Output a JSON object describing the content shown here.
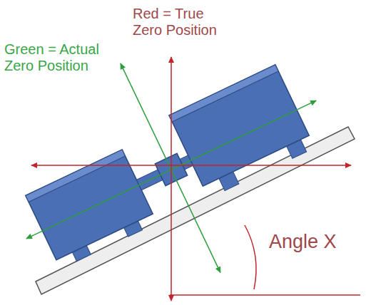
{
  "diagram": {
    "labels": [
      "Red = True Zero Position",
      "Green = Actual Zero Position",
      "Angle X"
    ]
  }
}
